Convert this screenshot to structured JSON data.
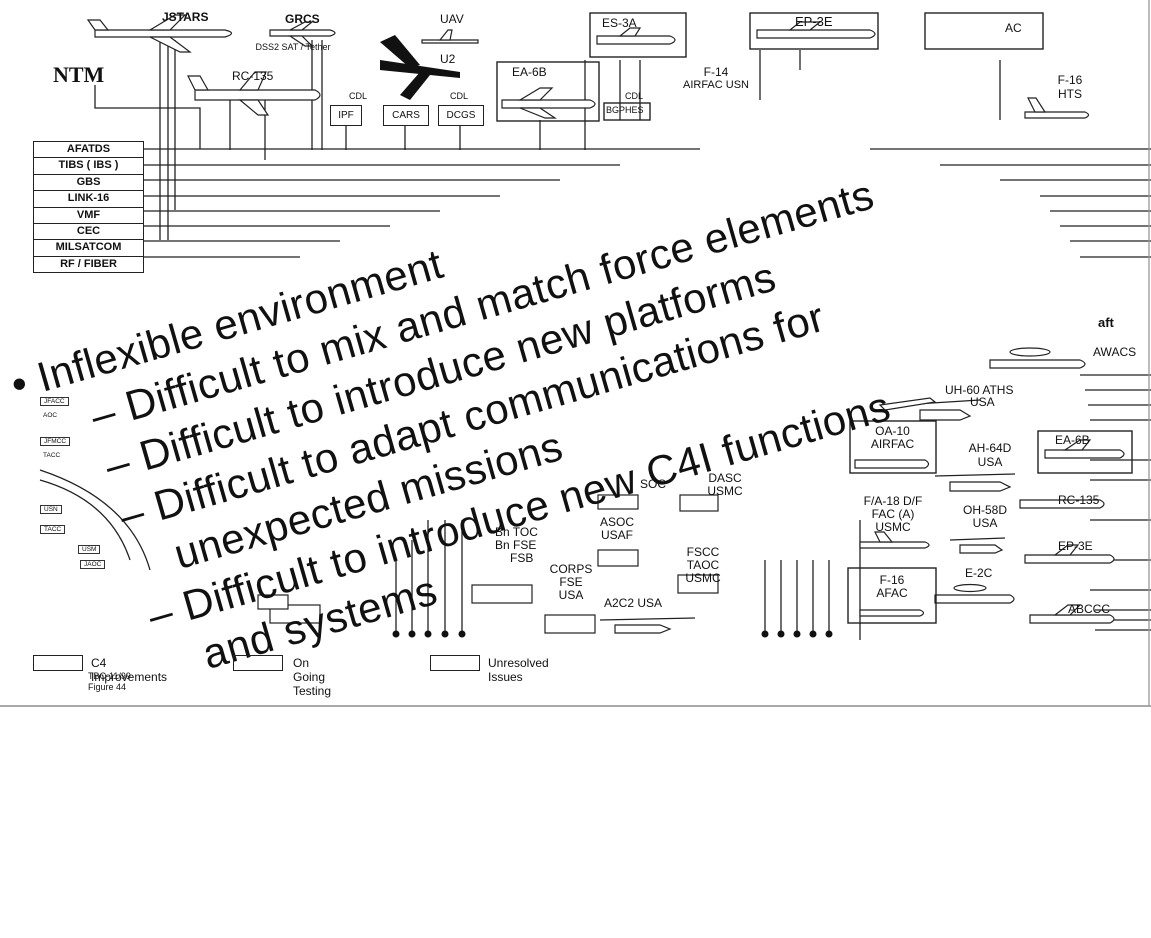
{
  "header": {
    "ntm": "NTM",
    "platforms": {
      "jstars": "JSTARS",
      "grcs": "GRCS",
      "dss2": "DSS2 SAT / Tether",
      "uav": "UAV",
      "u2": "U2",
      "rc135": "RC-135",
      "es3a": "ES-3A",
      "ep3e": "EP-3E",
      "ac_top": "AC",
      "ea6b": "EA-6B",
      "f14": "F-14",
      "airfac_usn": "AIRFAC USN",
      "f16_hts": "F-16",
      "hts": "HTS",
      "bgphes": "BGPHES",
      "cdl_a": "CDL",
      "cdl_b": "CDL",
      "cdl_c": "CDL"
    },
    "ground_boxes": [
      "IPF",
      "CARS",
      "DCGS"
    ]
  },
  "links": [
    "AFATDS",
    "TIBS ( IBS )",
    "GBS",
    "LINK-16",
    "VMF",
    "CEC",
    "MILSATCOM",
    "RF / FIBER"
  ],
  "right_side": {
    "aft": "aft",
    "awacs": "AWACS",
    "uh60": "UH-60 ATHS",
    "uh60_usa": "USA",
    "oa10": "OA-10",
    "oa10_airfac": "AIRFAC",
    "ea6b": "EA-6B",
    "ah64": "AH-64D",
    "ah64_usa": "USA",
    "fa18": "F/A-18 D/F",
    "fa18_fac": "FAC (A)",
    "fa18_usmc": "USMC",
    "oh58": "OH-58D",
    "oh58_usa": "USA",
    "rc135": "RC-135",
    "ep3e": "EP-3E",
    "e2c": "E-2C",
    "f16": "F-16",
    "afac": "AFAC",
    "abccc": "ABCCC"
  },
  "ground": {
    "dasc": "DASC",
    "dasc_usmc": "USMC",
    "soc": "SOC",
    "asoc": "ASOC",
    "usaf": "USAF",
    "bn_toc": "Bn TOC",
    "bn_fse": "Bn FSE",
    "fsb": "FSB",
    "fscc": "FSCC",
    "taoc": "TAOC",
    "fscc_usmc": "USMC",
    "corps": "CORPS",
    "corps_fse": "FSE",
    "corps_usa": "USA",
    "a2c2": "A2C2  USA"
  },
  "left_mini": [
    "JFACC",
    "AOC",
    "JFMCC",
    "TACC",
    "USN",
    "TACC",
    "USM",
    "JAOC"
  ],
  "bullets": [
    "•  Inflexible environment",
    "– Difficult to mix and match force elements",
    "– Difficult to introduce new platforms",
    "– Difficult to adapt communications for",
    "unexpected missions",
    "– Difficult to introduce new C4I functions",
    "and systems"
  ],
  "legend": [
    {
      "label": "C4 Improvements"
    },
    {
      "label": "On Going Testing"
    },
    {
      "label": "Unresolved Issues"
    }
  ],
  "footer": {
    "code": "TBC-11/99",
    "figure": "Figure 44"
  }
}
